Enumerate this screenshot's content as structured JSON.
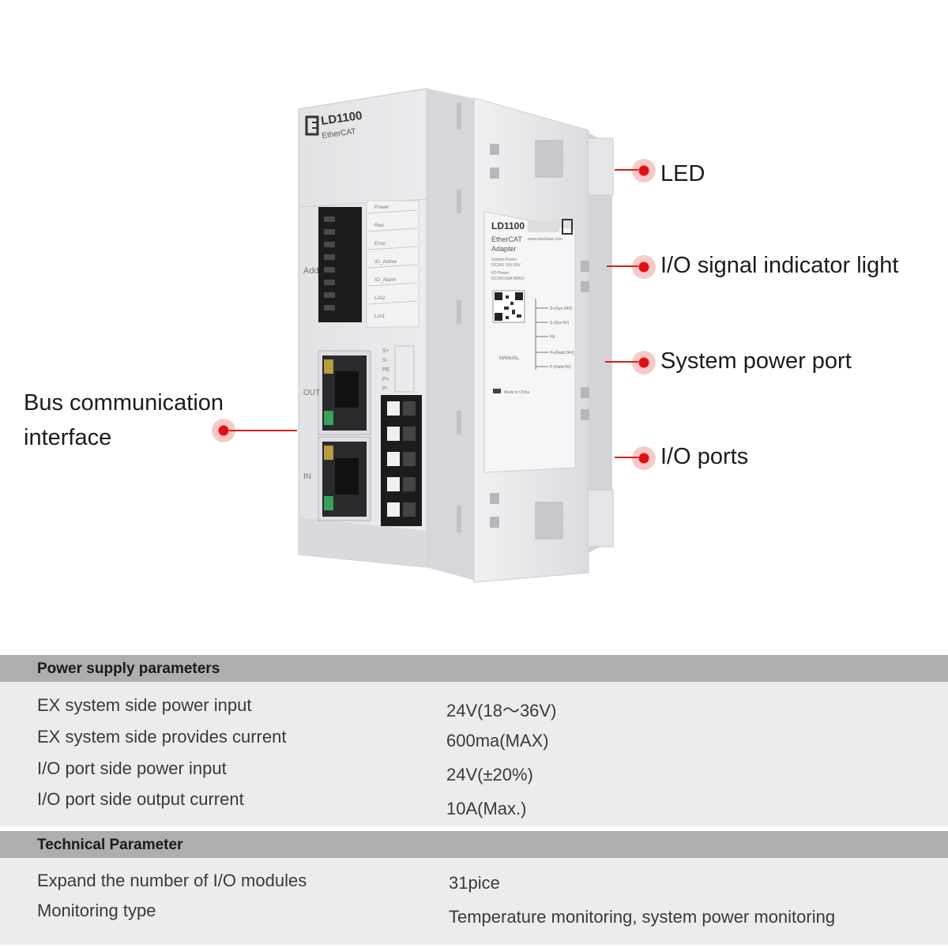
{
  "device": {
    "front_logo_model": "LD1100",
    "front_logo_sub": "EtherCAT",
    "address_label": "Add",
    "led_labels": [
      "Power",
      "Run",
      "Error",
      "IO_Active",
      "IO_Alarm",
      "L/A2",
      "L/A1"
    ],
    "port_out_label": "OUT",
    "port_in_label": "IN",
    "terminal_labels": [
      "S+",
      "S-",
      "PE",
      "P+",
      "P-"
    ],
    "side_label_model": "LD1100",
    "side_label_line1": "EtherCAT",
    "side_label_line2": "Adapter",
    "side_label_small1": "System Power",
    "side_label_small2": "DC24V 18V-36V",
    "side_label_small3": "I/O Power",
    "side_label_small4": "DC24V/10A (MAX)",
    "side_label_manual": "MANUAL",
    "side_label_made": "Made in China",
    "side_label_site": "www.szpcbase.com",
    "side_terminal_labels": [
      "S+(Sys 24V)",
      "S-(Sys 0V)",
      "PE",
      "P+(Field 24V)",
      "P-(Field 0V)"
    ],
    "colors": {
      "housing": "#e8e8ea",
      "housing_shadow": "#c9c9cc",
      "black": "#1a1a1a",
      "led_green": "#3aa05a",
      "led_amber": "#b89a40",
      "accent": "#d81e1e"
    }
  },
  "callouts": {
    "led": "LED",
    "io_indicator": "I/O signal indicator light",
    "system_power": "System power port",
    "io_ports": "I/O ports",
    "bus_line1": "Bus communication",
    "bus_line2": "interface"
  },
  "power_section": {
    "title": "Power supply parameters",
    "rows": [
      {
        "label": "EX system side power input",
        "value": "24V(18～36V)"
      },
      {
        "label": "EX system side provides current",
        "value": "600ma(MAX)"
      },
      {
        "label": "I/O port side power input",
        "value": "24V(±20%)"
      },
      {
        "label": "I/O port side output current",
        "value": "10A(Max.)"
      }
    ]
  },
  "technical_section": {
    "title": "Technical Parameter",
    "rows": [
      {
        "label": "Expand the number of I/O modules",
        "value": "31pice"
      },
      {
        "label": "Monitoring type",
        "value": "Temperature monitoring, system power monitoring"
      }
    ]
  }
}
